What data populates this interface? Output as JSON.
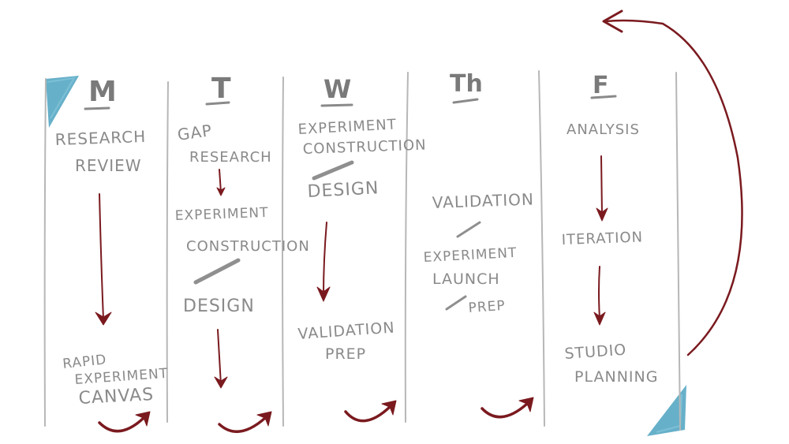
{
  "diagram": {
    "type": "weekly-sprint-sketch",
    "colors": {
      "ink_gray": "#8a8a8a",
      "divider_gray": "#b7b7b7",
      "arrow_red": "#7a1a1f",
      "corner_blue": "#5aa9c4",
      "background": "#ffffff"
    },
    "columns": [
      {
        "day": "M",
        "items": [
          "RESEARCH",
          "REVIEW",
          "RAPID",
          "EXPERIMENT",
          "CANVAS"
        ],
        "steps": [
          "RESEARCH REVIEW",
          "RAPID EXPERIMENT CANVAS"
        ]
      },
      {
        "day": "T",
        "items": [
          "GAP",
          "RESEARCH",
          "EXPERIMENT",
          "CONSTRUCTION",
          "DESIGN"
        ],
        "steps": [
          "GAP RESEARCH",
          "EXPERIMENT CONSTRUCTION / DESIGN"
        ]
      },
      {
        "day": "W",
        "items": [
          "EXPERIMENT",
          "CONSTRUCTION",
          "DESIGN",
          "VALIDATION",
          "PREP"
        ],
        "steps": [
          "EXPERIMENT CONSTRUCTION / DESIGN",
          "VALIDATION PREP"
        ]
      },
      {
        "day": "Th",
        "items": [
          "VALIDATION",
          "EXPERIMENT",
          "LAUNCH",
          "PREP"
        ],
        "steps": [
          "VALIDATION / EXPERIMENT LAUNCH / PREP"
        ]
      },
      {
        "day": "F",
        "items": [
          "ANALYSIS",
          "ITERATION",
          "STUDIO",
          "PLANNING"
        ],
        "steps": [
          "ANALYSIS",
          "ITERATION",
          "STUDIO PLANNING"
        ]
      }
    ],
    "connectors": [
      {
        "from": "M",
        "to": "T",
        "kind": "curved-arrow"
      },
      {
        "from": "T",
        "to": "W",
        "kind": "curved-arrow"
      },
      {
        "from": "W",
        "to": "Th",
        "kind": "curved-arrow"
      },
      {
        "from": "Th",
        "to": "F",
        "kind": "curved-arrow"
      },
      {
        "from": "F",
        "to": "M",
        "kind": "loop-back-arrow"
      }
    ]
  }
}
